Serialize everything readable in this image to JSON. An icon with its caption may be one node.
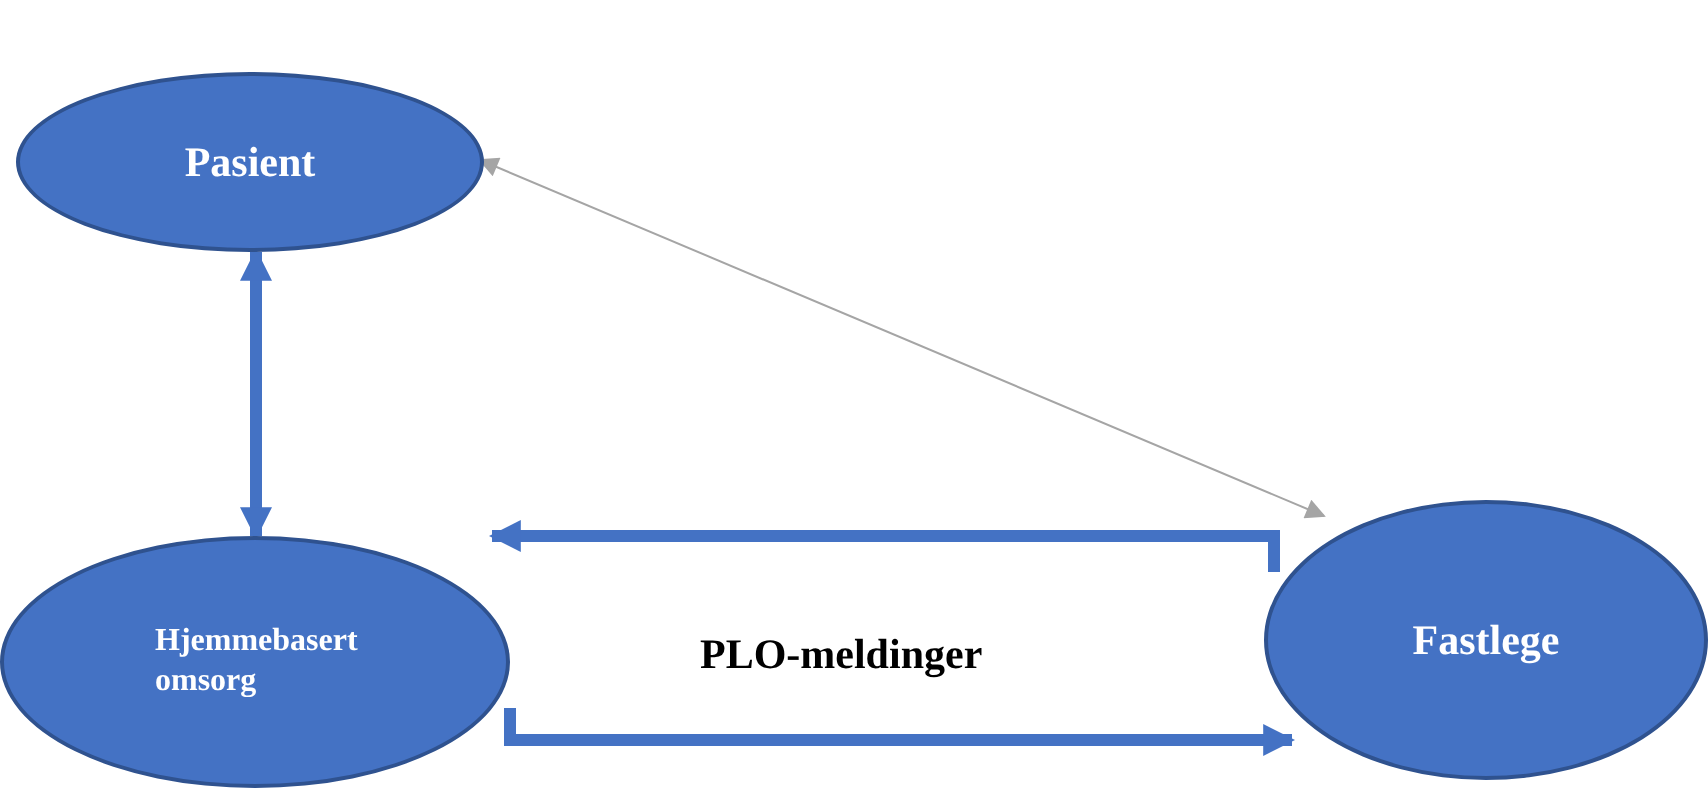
{
  "diagram": {
    "nodes": [
      {
        "text": [
          "Pasient"
        ]
      },
      {
        "text": [
          "Hjemmebasert omsorg"
        ]
      },
      {
        "text": [
          "Fastlege"
        ]
      }
    ],
    "edges": [
      {
        "from": 0,
        "to": 1,
        "arrow": "both"
      },
      {
        "from": 0,
        "to": 2,
        "arrow": "both",
        "color": "#a5a5a5"
      },
      {
        "from": 2,
        "to": 1,
        "arrow": "to"
      },
      {
        "from": 1,
        "to": 2,
        "arrow": "to"
      }
    ],
    "labels": [
      "PLO-meldinger"
    ]
  }
}
